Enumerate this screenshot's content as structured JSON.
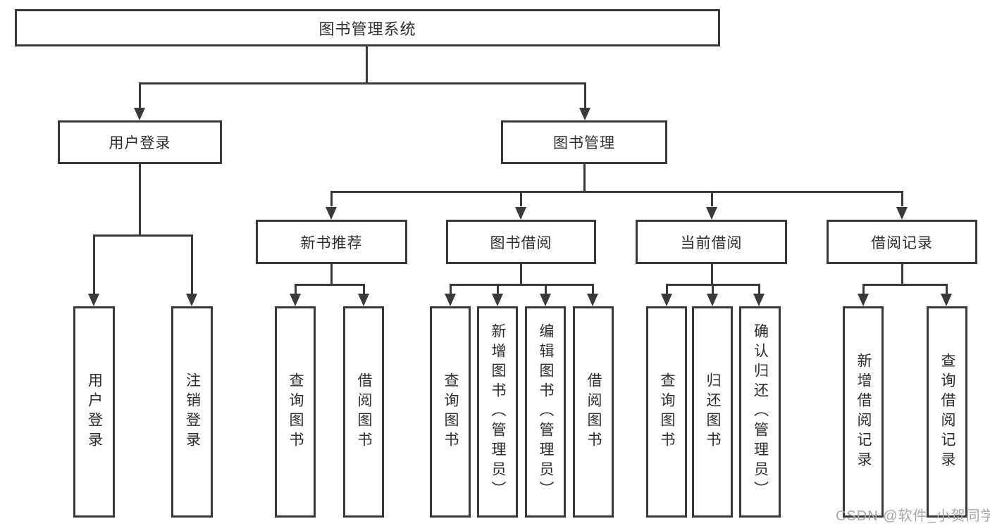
{
  "colors": {
    "line": "#3a3a3a",
    "box_border": "#383838",
    "text": "#2d2d2d",
    "background": "#ffffff",
    "watermark": "#a9a9a9"
  },
  "watermark": {
    "text": "CSDN @软件_小贺同学"
  },
  "tree": {
    "label": "图书管理系统",
    "children": [
      {
        "label": "用户登录",
        "children": [
          {
            "label": "用户登录"
          },
          {
            "label": "注销登录"
          }
        ]
      },
      {
        "label": "图书管理",
        "children": [
          {
            "label": "新书推荐",
            "children": [
              {
                "label": "查询图书"
              },
              {
                "label": "借阅图书"
              }
            ]
          },
          {
            "label": "图书借阅",
            "children": [
              {
                "label": "查询图书"
              },
              {
                "label": "新增图书（管理员）"
              },
              {
                "label": "编辑图书（管理员）"
              },
              {
                "label": "借阅图书"
              }
            ]
          },
          {
            "label": "当前借阅",
            "children": [
              {
                "label": "查询图书"
              },
              {
                "label": "归还图书"
              },
              {
                "label": "确认归还（管理员）"
              }
            ]
          },
          {
            "label": "借阅记录",
            "children": [
              {
                "label": "新增借阅记录"
              },
              {
                "label": "查询借阅记录"
              }
            ]
          }
        ]
      }
    ]
  }
}
